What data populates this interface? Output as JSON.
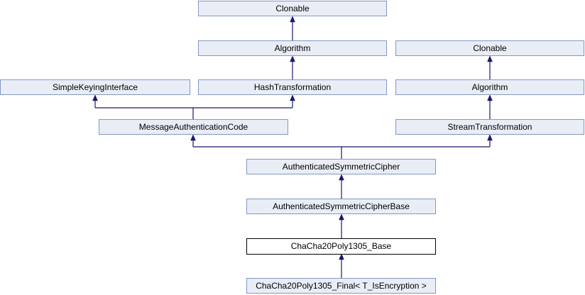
{
  "diagram": {
    "type": "class-inheritance-graph",
    "nodes": [
      {
        "id": "clonable-top",
        "label": "Clonable",
        "current": false
      },
      {
        "id": "algorithm-mid",
        "label": "Algorithm",
        "current": false
      },
      {
        "id": "clonable-right",
        "label": "Clonable",
        "current": false
      },
      {
        "id": "simple-keying-interface",
        "label": "SimpleKeyingInterface",
        "current": false
      },
      {
        "id": "hash-transformation",
        "label": "HashTransformation",
        "current": false
      },
      {
        "id": "algorithm-right",
        "label": "Algorithm",
        "current": false
      },
      {
        "id": "message-authentication-code",
        "label": "MessageAuthenticationCode",
        "current": false
      },
      {
        "id": "stream-transformation",
        "label": "StreamTransformation",
        "current": false
      },
      {
        "id": "authenticated-symmetric-cipher",
        "label": "AuthenticatedSymmetricCipher",
        "current": false
      },
      {
        "id": "authenticated-symmetric-cipher-base",
        "label": "AuthenticatedSymmetricCipherBase",
        "current": false
      },
      {
        "id": "chacha20poly1305-base",
        "label": "ChaCha20Poly1305_Base",
        "current": true
      },
      {
        "id": "chacha20poly1305-final",
        "label": "ChaCha20Poly1305_Final< T_IsEncryption >",
        "current": false
      }
    ],
    "edges": [
      {
        "from": "algorithm-mid",
        "to": "clonable-top"
      },
      {
        "from": "hash-transformation",
        "to": "algorithm-mid"
      },
      {
        "from": "algorithm-right",
        "to": "clonable-right"
      },
      {
        "from": "stream-transformation",
        "to": "algorithm-right"
      },
      {
        "from": "message-authentication-code",
        "to": "simple-keying-interface"
      },
      {
        "from": "message-authentication-code",
        "to": "hash-transformation"
      },
      {
        "from": "authenticated-symmetric-cipher",
        "to": "message-authentication-code"
      },
      {
        "from": "authenticated-symmetric-cipher",
        "to": "stream-transformation"
      },
      {
        "from": "authenticated-symmetric-cipher-base",
        "to": "authenticated-symmetric-cipher"
      },
      {
        "from": "chacha20poly1305-base",
        "to": "authenticated-symmetric-cipher-base"
      },
      {
        "from": "chacha20poly1305-final",
        "to": "chacha20poly1305-base"
      }
    ]
  },
  "colors": {
    "page-bg": "#FFFFFF",
    "node-fill": "#E9EDF6",
    "node-border": "#8398C1",
    "node-text": "#000000",
    "current-node-fill": "#FFFFFF",
    "current-node-border": "#000000",
    "edge-color": "#191970"
  }
}
